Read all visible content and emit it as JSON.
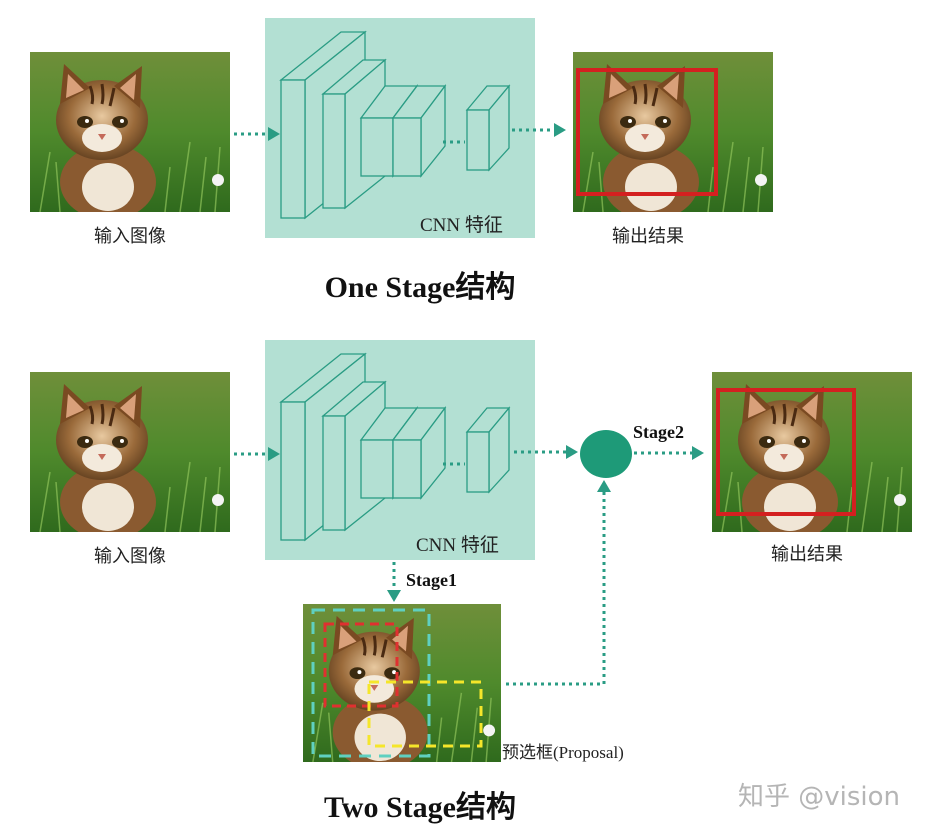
{
  "top": {
    "input_caption": "输入图像",
    "cnn_label": "CNN 特征",
    "output_caption": "输出结果",
    "title": "One Stage结构"
  },
  "bottom": {
    "input_caption": "输入图像",
    "cnn_label": "CNN 特征",
    "output_caption": "输出结果",
    "stage1_label": "Stage1",
    "stage2_label": "Stage2",
    "proposal_label": "预选框(Proposal)",
    "title": "Two Stage结构"
  },
  "watermark": "知乎 @vision",
  "colors": {
    "panel": "#b3e0d3",
    "arrow": "#2a9c84",
    "node": "#1e9a78",
    "output_box": "#d42020",
    "proposal_cyan": "#5fd0c0",
    "proposal_red": "#e03030",
    "proposal_yellow": "#f5e62a"
  }
}
